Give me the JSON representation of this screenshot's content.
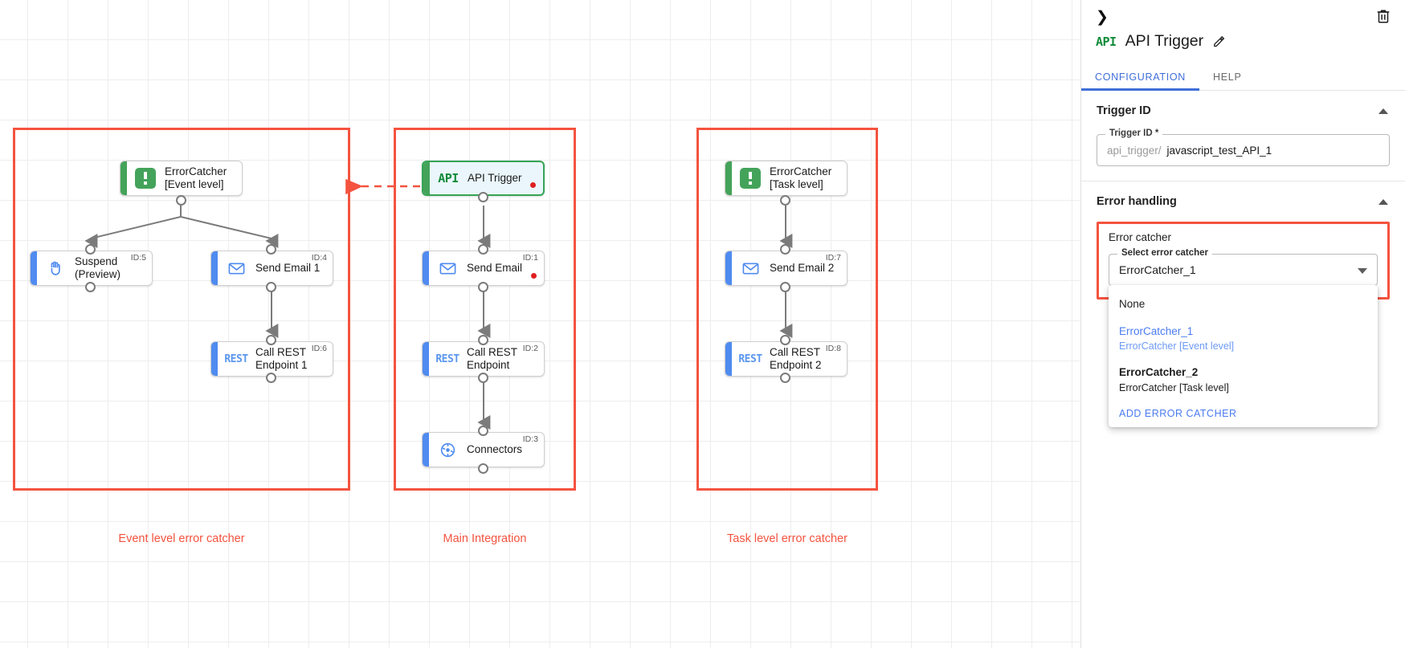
{
  "canvas": {
    "groups": [
      {
        "label": "Event level error catcher"
      },
      {
        "label": "Main Integration"
      },
      {
        "label": "Task level error catcher"
      }
    ],
    "nodes": [
      {
        "name": "errorcatcher-event-level",
        "label": "ErrorCatcher\n[Event level]",
        "icon": "error-catcher-icon",
        "id_tag": "",
        "accent": "green"
      },
      {
        "name": "suspend-preview",
        "label": "Suspend\n(Preview)",
        "icon": "hand-icon",
        "id_tag": "ID:5",
        "accent": "blue"
      },
      {
        "name": "send-email-1",
        "label": "Send Email 1",
        "icon": "envelope-icon",
        "id_tag": "ID:4",
        "accent": "blue"
      },
      {
        "name": "call-rest-endpoint-1",
        "label": "Call REST\nEndpoint 1",
        "icon": "rest-icon",
        "id_tag": "ID:6",
        "accent": "blue"
      },
      {
        "name": "api-trigger",
        "label": "API Trigger",
        "icon": "api-icon",
        "id_tag": "",
        "accent": "green"
      },
      {
        "name": "send-email",
        "label": "Send Email",
        "icon": "envelope-icon",
        "id_tag": "ID:1",
        "accent": "blue"
      },
      {
        "name": "call-rest-endpoint",
        "label": "Call REST\nEndpoint",
        "icon": "rest-icon",
        "id_tag": "ID:2",
        "accent": "blue"
      },
      {
        "name": "connectors",
        "label": "Connectors",
        "icon": "connectors-icon",
        "id_tag": "ID:3",
        "accent": "blue"
      },
      {
        "name": "errorcatcher-task-level",
        "label": "ErrorCatcher\n[Task level]",
        "icon": "error-catcher-icon",
        "id_tag": "",
        "accent": "green"
      },
      {
        "name": "send-email-2",
        "label": "Send Email 2",
        "icon": "envelope-icon",
        "id_tag": "ID:7",
        "accent": "blue"
      },
      {
        "name": "call-rest-endpoint-2",
        "label": "Call REST\nEndpoint 2",
        "icon": "rest-icon",
        "id_tag": "ID:8",
        "accent": "blue"
      }
    ]
  },
  "panel": {
    "collapse_icon": "chevron-right-icon",
    "delete_icon": "trash-icon",
    "node_icon": "api-icon",
    "node_icon_text": "API",
    "title": "API Trigger",
    "edit_icon": "pencil-icon",
    "tabs": [
      {
        "label": "CONFIGURATION",
        "active": true
      },
      {
        "label": "HELP",
        "active": false
      }
    ],
    "trigger_id_section": {
      "heading": "Trigger ID",
      "field_legend": "Trigger ID *",
      "prefix": "api_trigger/",
      "value": "javascript_test_API_1"
    },
    "error_handling_section": {
      "heading": "Error handling",
      "error_catcher_label": "Error catcher",
      "select_legend": "Select error catcher",
      "selected_value": "ErrorCatcher_1",
      "options": [
        {
          "primary": "None",
          "secondary": "",
          "state": "plain"
        },
        {
          "primary": "ErrorCatcher_1",
          "secondary": "ErrorCatcher [Event level]",
          "state": "sel"
        },
        {
          "primary": "ErrorCatcher_2",
          "secondary": "ErrorCatcher [Task level]",
          "state": "norm"
        }
      ],
      "add_action": "ADD ERROR CATCHER"
    }
  },
  "colors": {
    "group_red": "#f4533f",
    "accent_blue": "#4f8bf0",
    "accent_green": "#44a35a",
    "link_blue": "#4a7bf0",
    "tab_active": "#3f6fd8"
  }
}
